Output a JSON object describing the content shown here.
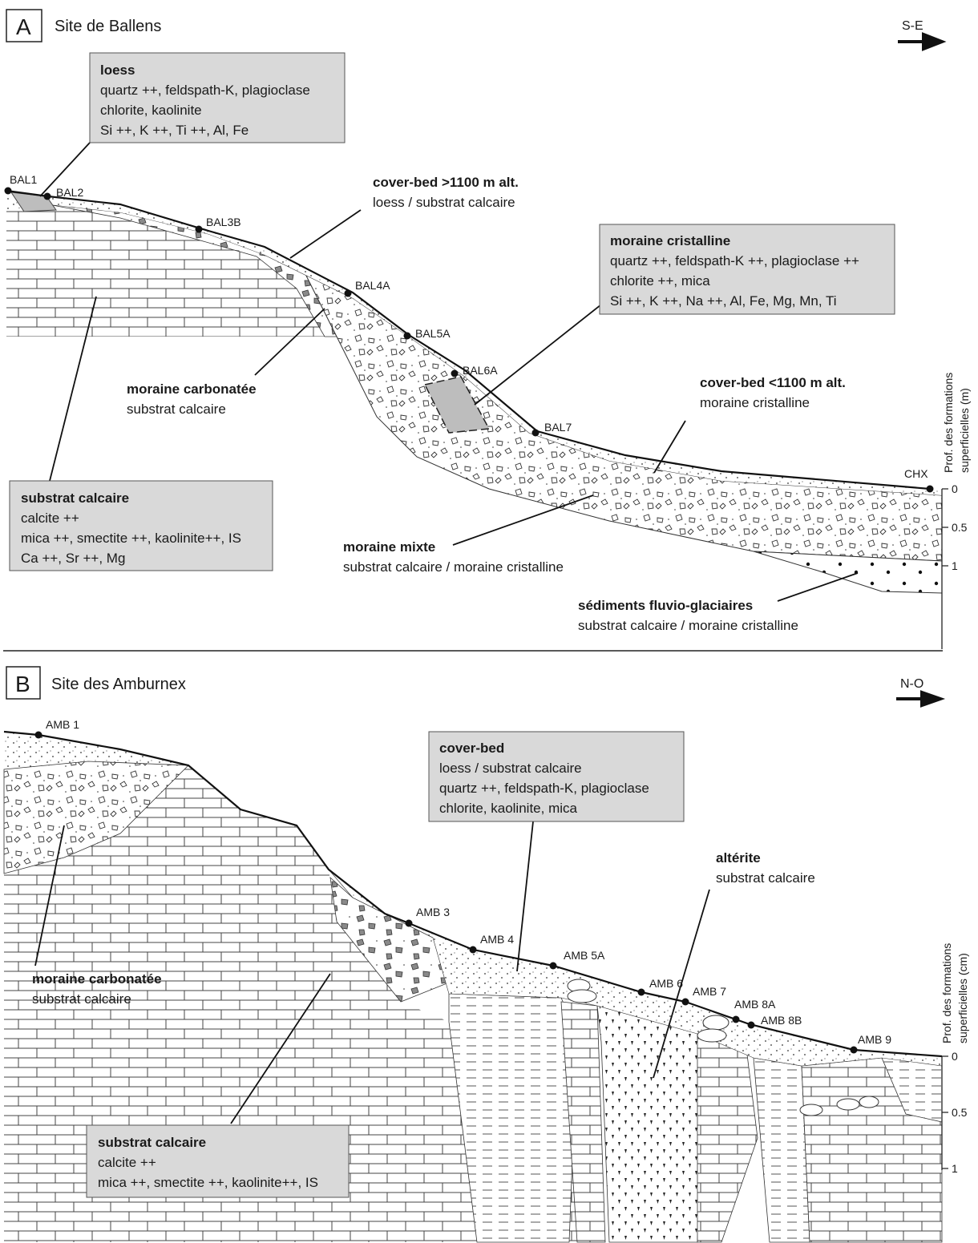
{
  "panelA": {
    "letter": "A",
    "title": "Site de Ballens",
    "direction": "S-E",
    "points": [
      "BAL1",
      "BAL2",
      "BAL3B",
      "BAL4A",
      "BAL5A",
      "BAL6A",
      "BAL7",
      "CHX"
    ],
    "loess_box": {
      "title": "loess",
      "line1": "quartz ++, feldspath-K, plagioclase",
      "line2": "chlorite, kaolinite",
      "line3": "Si ++, K ++, Ti ++, Al, Fe"
    },
    "coverbed_high": {
      "title": "cover-bed >1100 m alt.",
      "sub": "loess / substrat calcaire"
    },
    "moraine_cristalline_box": {
      "title": "moraine cristalline",
      "line1": "quartz ++, feldspath-K ++, plagioclase ++",
      "line2": "chlorite ++, mica",
      "line3": "Si ++, K ++, Na ++, Al, Fe, Mg, Mn, Ti"
    },
    "moraine_carbonatee": {
      "title": "moraine carbonatée",
      "sub": "substrat calcaire"
    },
    "coverbed_low": {
      "title": "cover-bed <1100 m alt.",
      "sub": "moraine cristalline"
    },
    "substrat_box": {
      "title": "substrat calcaire",
      "line1": "calcite ++",
      "line2": "mica ++, smectite ++, kaolinite++, IS",
      "line3": "Ca ++, Sr ++, Mg"
    },
    "moraine_mixte": {
      "title": "moraine mixte",
      "sub": "substrat calcaire / moraine cristalline"
    },
    "sediments": {
      "title": "séd​iments fluvio-glaciaires",
      "sub": "substrat calcaire / moraine cristalline"
    },
    "axis_label_1": "Prof. des formations",
    "axis_label_2": "superficielles (m)",
    "ticks": [
      "0",
      "0.5",
      "1"
    ]
  },
  "panelB": {
    "letter": "B",
    "title": "Site des Amburnex",
    "direction": "N-O",
    "points": [
      "AMB 1",
      "AMB 3",
      "AMB 4",
      "AMB 5A",
      "AMB 6",
      "AMB 7",
      "AMB 8A",
      "AMB 8B",
      "AMB 9"
    ],
    "coverbed_box": {
      "title": "cover-bed",
      "line1": "loess / substrat calcaire",
      "line2": "quartz ++, feldspath-K, plagioclase",
      "line3": "chlorite, kaolinite, mica"
    },
    "alterite": {
      "title": "altérite",
      "sub": "substrat calcaire"
    },
    "moraine_carbonatee": {
      "title": "moraine carbonatée",
      "sub": "substrat calcaire"
    },
    "substrat_box": {
      "title": "substrat calcaire",
      "line1": "calcite ++",
      "line2": "mica ++, smectite ++, kaolinite++, IS"
    },
    "axis_label_1": "Prof. des formations",
    "axis_label_2": "superficielles (cm)",
    "ticks": [
      "0",
      "0.5",
      "1"
    ]
  },
  "colors": {
    "box_fill": "#d9d9d9",
    "shade": "#bdbdbd",
    "ink": "#1a1a1a"
  }
}
